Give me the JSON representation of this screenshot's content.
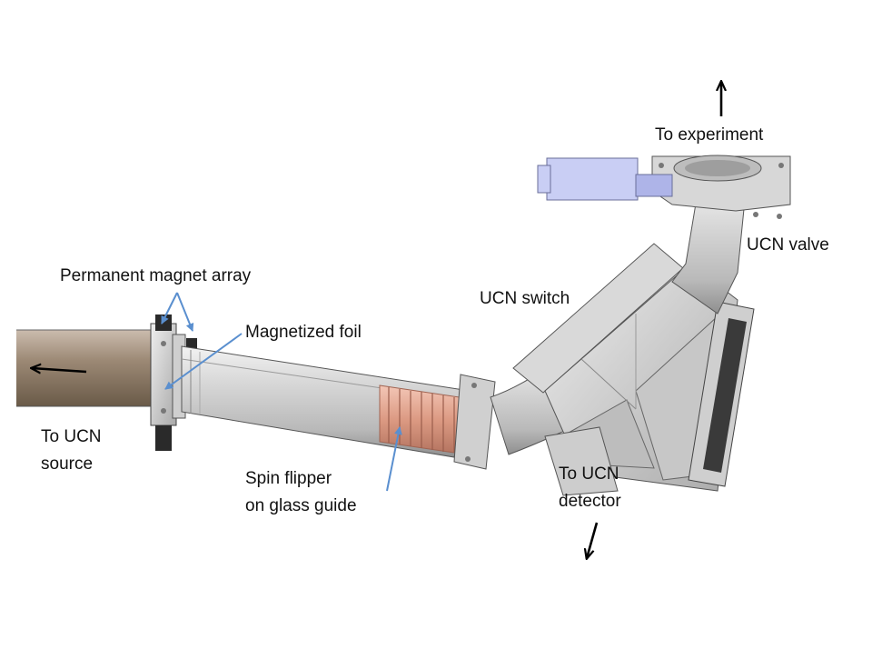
{
  "labels": {
    "to_experiment": "To experiment",
    "ucn_valve": "UCN valve",
    "permanent_magnet_array": "Permanent magnet array",
    "ucn_switch": "UCN switch",
    "magnetized_foil": "Magnetized foil",
    "to_ucn_source": [
      "To UCN",
      "source"
    ],
    "spin_flipper": [
      "Spin flipper",
      "on glass guide"
    ],
    "to_ucn_detector": [
      "To UCN",
      "detector"
    ]
  },
  "colors": {
    "background": "#ffffff",
    "text": "#111111",
    "flow_arrow": "#000000",
    "pointer_arrow": "#5a8fcf",
    "steel_guide": "#d8d8d8",
    "bronze_section": "#8d7a66",
    "spin_flipper_coil": "#e3a48f",
    "valve_actuator": "#c9cef4",
    "magnet_block": "#2a2a2a"
  }
}
